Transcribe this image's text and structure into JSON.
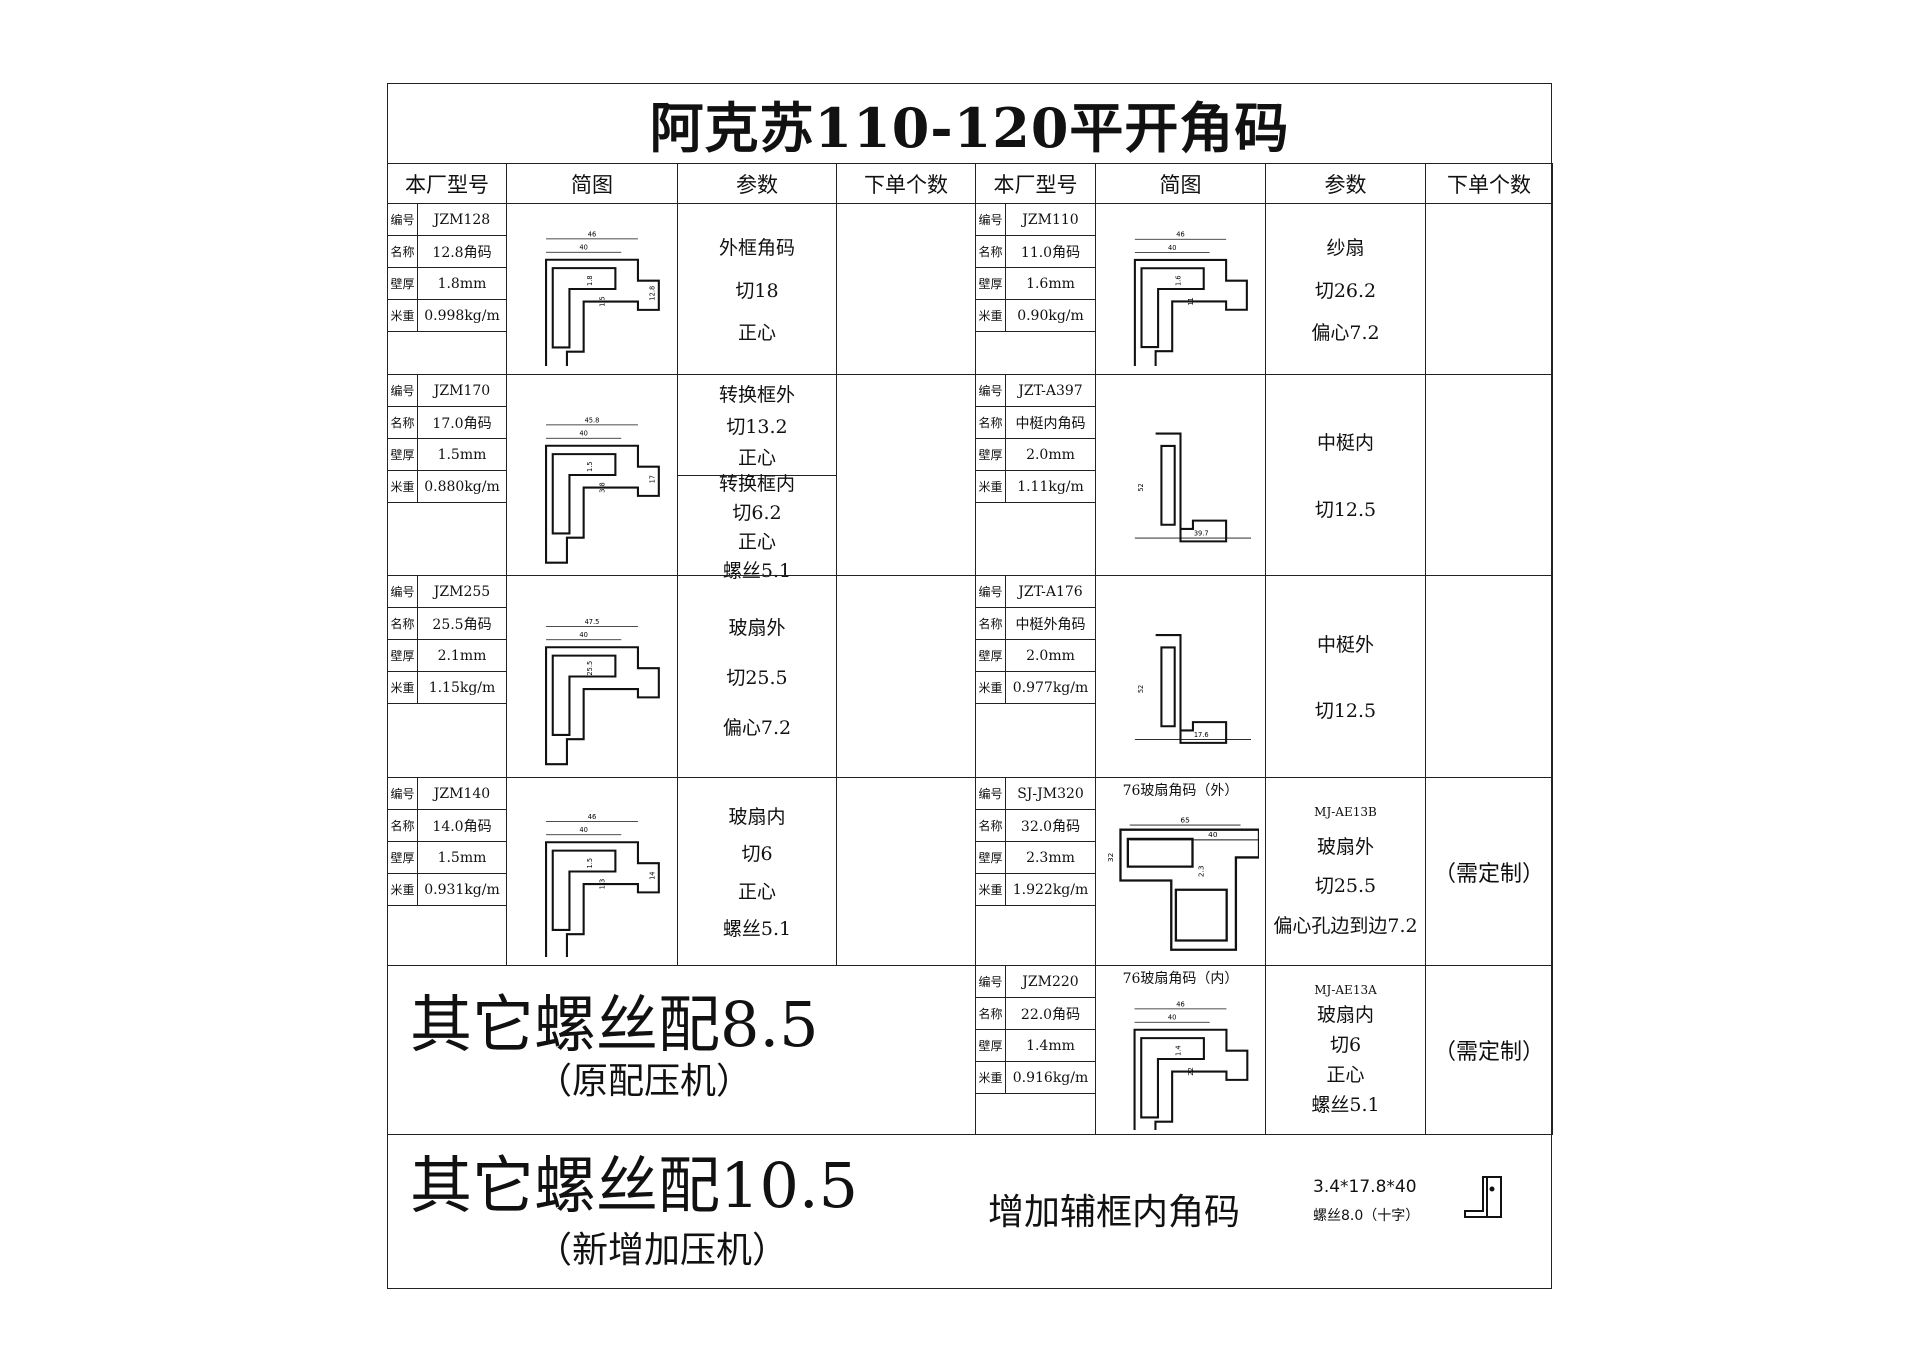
{
  "title": "阿克苏110-120平开角码",
  "headers": [
    "本厂型号",
    "简图",
    "参数",
    "下单个数",
    "本厂型号",
    "简图",
    "参数",
    "下单个数"
  ],
  "spec_labels": [
    "编号",
    "名称",
    "壁厚",
    "米重"
  ],
  "products": [
    {
      "code": "JZM128",
      "name": "12.8角码",
      "wall": "1.8mm",
      "weight": "0.998kg/m",
      "params": [
        "外框角码",
        "切18",
        "正心"
      ],
      "order": "",
      "dims": [
        "46",
        "40",
        "1.8",
        "1.5",
        "12.8"
      ]
    },
    {
      "code": "JZM110",
      "name": "11.0角码",
      "wall": "1.6mm",
      "weight": "0.90kg/m",
      "params": [
        "纱扇",
        "切26.2",
        "偏心7.2"
      ],
      "order": "",
      "dims": [
        "46",
        "40",
        "1.6",
        "11"
      ]
    },
    {
      "code": "JZM170",
      "name": "17.0角码",
      "wall": "1.5mm",
      "weight": "0.880kg/m",
      "params": [
        "转换框外",
        "切13.2",
        "正心"
      ],
      "params2": [
        "转换框内",
        "切6.2",
        "正心",
        "螺丝5.1"
      ],
      "order": "",
      "dims": [
        "45.8",
        "40",
        "1.5",
        "3.8",
        "17"
      ]
    },
    {
      "code": "JZT-A397",
      "name": "中梃内角码",
      "wall": "2.0mm",
      "weight": "1.11kg/m",
      "params": [
        "中梃内",
        "切12.5"
      ],
      "order": "",
      "dims": [
        "52",
        "39.7"
      ]
    },
    {
      "code": "JZM255",
      "name": "25.5角码",
      "wall": "2.1mm",
      "weight": "1.15kg/m",
      "params": [
        "玻扇外",
        "切25.5",
        "偏心7.2"
      ],
      "order": "",
      "dims": [
        "47.5",
        "40",
        "25.5"
      ]
    },
    {
      "code": "JZT-A176",
      "name": "中梃外角码",
      "wall": "2.0mm",
      "weight": "0.977kg/m",
      "params": [
        "中梃外",
        "切12.5"
      ],
      "order": "",
      "dims": [
        "52",
        "17.6"
      ]
    },
    {
      "code": "JZM140",
      "name": "14.0角码",
      "wall": "1.5mm",
      "weight": "0.931kg/m",
      "params": [
        "玻扇内",
        "切6",
        "正心",
        "螺丝5.1"
      ],
      "order": "",
      "dims": [
        "46",
        "40",
        "1.5",
        "1.3",
        "14"
      ]
    },
    {
      "code": "SJ-JM320",
      "name": "32.0角码",
      "wall": "2.3mm",
      "weight": "1.922kg/m",
      "caption": "76玻扇角码（外）",
      "model": "MJ-AE13B",
      "params": [
        "玻扇外",
        "切25.5",
        "偏心孔边到边7.2"
      ],
      "order": "（需定制）",
      "dims": [
        "65",
        "40",
        "2.3",
        "32"
      ]
    },
    {
      "code": "JZM220",
      "name": "22.0角码",
      "wall": "1.4mm",
      "weight": "0.916kg/m",
      "caption": "76玻扇角码（内）",
      "model": "MJ-AE13A",
      "params": [
        "玻扇内",
        "切6",
        "正心",
        "螺丝5.1"
      ],
      "order": "（需定制）",
      "dims": [
        "46",
        "40",
        "1.4",
        "22"
      ]
    }
  ],
  "note1": {
    "main": "其它螺丝配8.5",
    "sub": "（原配压机）"
  },
  "note2": {
    "main": "其它螺丝配10.5",
    "sub": "（新增加压机）"
  },
  "extra": {
    "label": "增加辅框内角码",
    "size": "3.4*17.8*40",
    "screw": "螺丝8.0（十字）",
    "icon": "l-bracket-icon"
  },
  "colors": {
    "line": "#222222",
    "background": "#ffffff"
  }
}
